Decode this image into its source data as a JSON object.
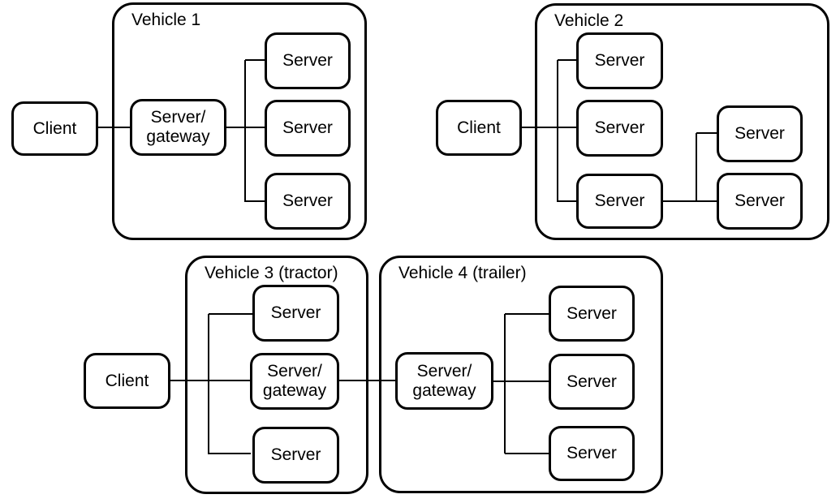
{
  "diagram": {
    "description": "Client/server network topology diagram for four vehicles",
    "colors": {
      "background": "#ffffff",
      "stroke": "#000000",
      "text": "#000000"
    },
    "vehicles": [
      {
        "title": "Vehicle 1",
        "nodes": [
          {
            "id": "v1-client",
            "label": "Client",
            "placement": "outside-left"
          },
          {
            "id": "v1-server-gateway",
            "label": "Server/\ngateway",
            "placement": "inside"
          },
          {
            "id": "v1-server-top",
            "label": "Server",
            "placement": "inside"
          },
          {
            "id": "v1-server-middle",
            "label": "Server",
            "placement": "inside"
          },
          {
            "id": "v1-server-bottom",
            "label": "Server",
            "placement": "inside"
          }
        ],
        "connections": [
          {
            "bus": [
              "v1-client",
              "v1-server-gateway"
            ]
          },
          {
            "bus": [
              "v1-server-gateway",
              "v1-server-top",
              "v1-server-middle",
              "v1-server-bottom"
            ]
          }
        ]
      },
      {
        "title": "Vehicle 2",
        "nodes": [
          {
            "id": "v2-client",
            "label": "Client",
            "placement": "outside-left"
          },
          {
            "id": "v2-server-top",
            "label": "Server",
            "placement": "inside"
          },
          {
            "id": "v2-server-middle",
            "label": "Server",
            "placement": "inside"
          },
          {
            "id": "v2-server-bottom",
            "label": "Server",
            "placement": "inside"
          },
          {
            "id": "v2-server-right-top",
            "label": "Server",
            "placement": "inside"
          },
          {
            "id": "v2-server-right-bottom",
            "label": "Server",
            "placement": "inside"
          }
        ],
        "connections": [
          {
            "bus": [
              "v2-client",
              "v2-server-top",
              "v2-server-middle",
              "v2-server-bottom"
            ]
          },
          {
            "bus": [
              "v2-server-bottom",
              "v2-server-right-top",
              "v2-server-right-bottom"
            ]
          }
        ]
      },
      {
        "title": "Vehicle 3 (tractor)",
        "nodes": [
          {
            "id": "v3-client",
            "label": "Client",
            "placement": "outside-left"
          },
          {
            "id": "v3-server-top",
            "label": "Server",
            "placement": "inside"
          },
          {
            "id": "v3-server-gateway",
            "label": "Server/\ngateway",
            "placement": "inside"
          },
          {
            "id": "v3-server-bottom",
            "label": "Server",
            "placement": "inside"
          }
        ],
        "connections": [
          {
            "bus": [
              "v3-client",
              "v3-server-gateway",
              "v3-server-top",
              "v3-server-bottom"
            ]
          },
          {
            "bus": [
              "v3-server-gateway",
              "v4-server-gateway"
            ]
          }
        ]
      },
      {
        "title": "Vehicle 4 (trailer)",
        "nodes": [
          {
            "id": "v4-server-gateway",
            "label": "Server/\ngateway",
            "placement": "inside"
          },
          {
            "id": "v4-server-top",
            "label": "Server",
            "placement": "inside"
          },
          {
            "id": "v4-server-middle",
            "label": "Server",
            "placement": "inside"
          },
          {
            "id": "v4-server-bottom",
            "label": "Server",
            "placement": "inside"
          }
        ],
        "connections": [
          {
            "bus": [
              "v4-server-gateway",
              "v4-server-top",
              "v4-server-middle",
              "v4-server-bottom"
            ]
          }
        ]
      }
    ]
  }
}
